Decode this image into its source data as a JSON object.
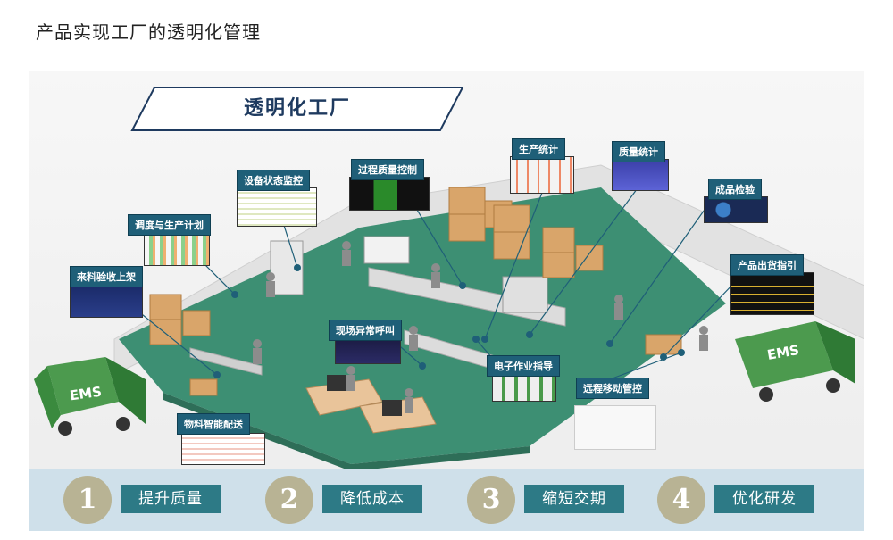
{
  "page": {
    "title": "产品实现工厂的透明化管理"
  },
  "banner": {
    "title": "透明化工厂"
  },
  "callouts": {
    "production_stats": "生产统计",
    "quality_stats": "质量统计",
    "process_quality": "过程质量控制",
    "equipment_monitor": "设备状态监控",
    "scheduling": "调度与生产计划",
    "receiving": "来料验收上架",
    "finished_inspection": "成品检验",
    "shipping_guide": "产品出货指引",
    "andon_call": "现场异常呼叫",
    "work_instruction": "电子作业指导",
    "remote_mobile": "远程移动管控",
    "smart_delivery": "物料智能配送"
  },
  "trucks": {
    "left_label": "EMS",
    "right_label": "EMS"
  },
  "goals": [
    {
      "num": "1",
      "label": "提升质量"
    },
    {
      "num": "2",
      "label": "降低成本"
    },
    {
      "num": "3",
      "label": "缩短交期"
    },
    {
      "num": "4",
      "label": "优化研发"
    }
  ],
  "colors": {
    "floor": "#3d8f73",
    "callout": "#1f5f78",
    "goal": "#2d7a86",
    "num": "#b8b394",
    "box": "#d9a56a"
  }
}
